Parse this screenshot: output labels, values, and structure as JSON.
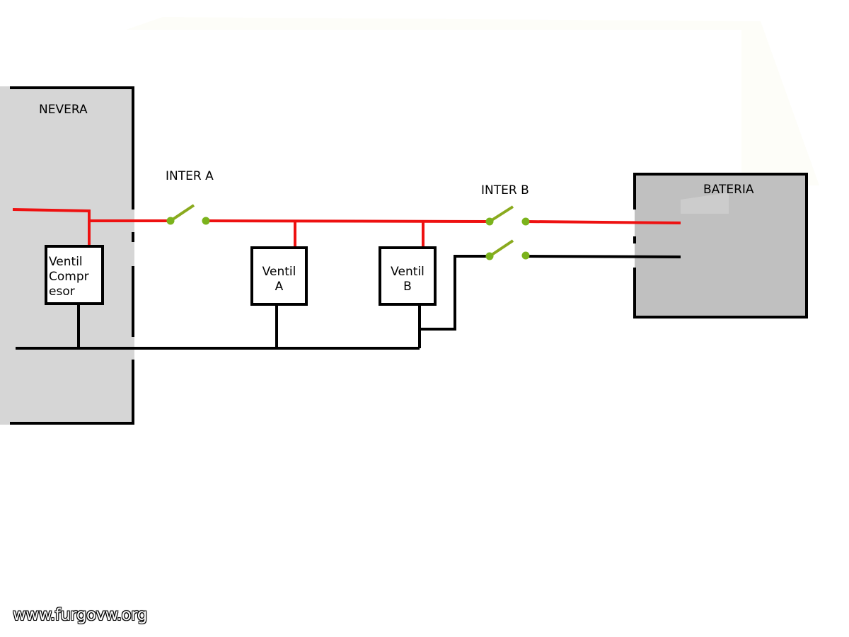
{
  "colors": {
    "positive_wire": "#ee1111",
    "negative_wire": "#000000",
    "switch_lever": "#8aaa1e",
    "switch_contact": "#7bb31c",
    "enclosure_fill": "#d6d6d6",
    "battery_fill": "#c0c0c0"
  },
  "fridge": {
    "label": "NEVERA"
  },
  "battery": {
    "label": "BATERIA"
  },
  "switches": [
    {
      "id": "inter-a",
      "label": "INTER A"
    },
    {
      "id": "inter-b",
      "label": "INTER B"
    }
  ],
  "fans": [
    {
      "id": "compressor",
      "lines": [
        "Ventil",
        "Compr",
        "esor"
      ]
    },
    {
      "id": "a",
      "lines": [
        "Ventil",
        "A"
      ]
    },
    {
      "id": "b",
      "lines": [
        "Ventil",
        "B"
      ]
    }
  ],
  "watermark": "www.furgovw.org"
}
